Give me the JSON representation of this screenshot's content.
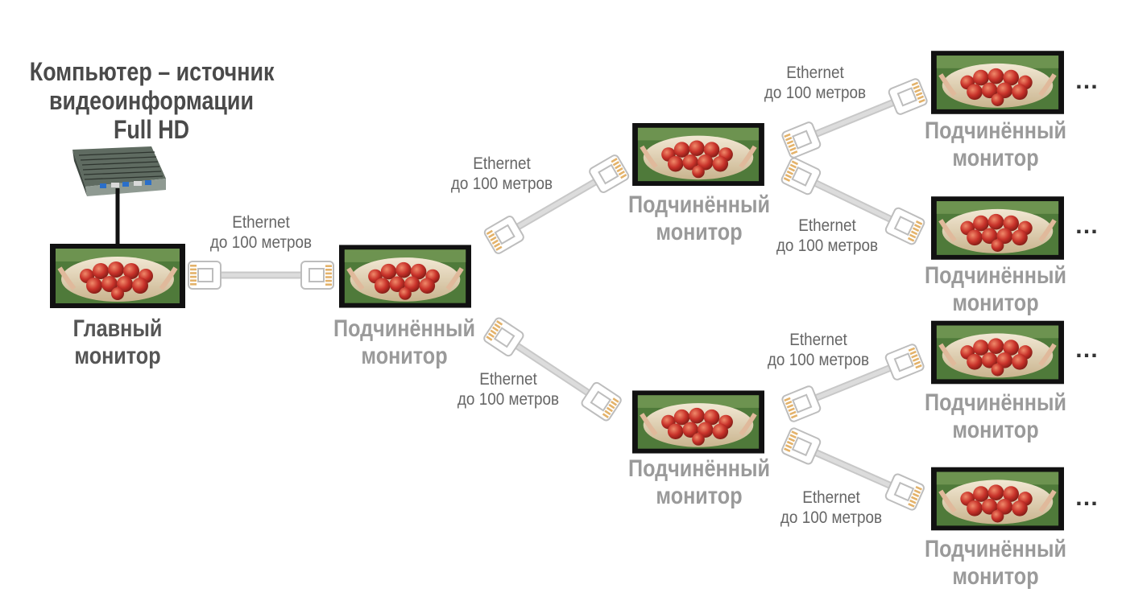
{
  "title": [
    "Компьютер – источник",
    "видеоинформации",
    "Full HD"
  ],
  "main_monitor": [
    "Главный",
    "монитор"
  ],
  "slave_monitor": [
    "Подчинённый",
    "монитор"
  ],
  "link": [
    "Ethernet",
    "до 100 метров"
  ],
  "continuation": "…",
  "colors": {
    "main_text": "#555555",
    "slave_text": "#9a9a9a",
    "cable": "#dcdcdc",
    "connector": "#e3b26a",
    "bezel": "#111111"
  }
}
